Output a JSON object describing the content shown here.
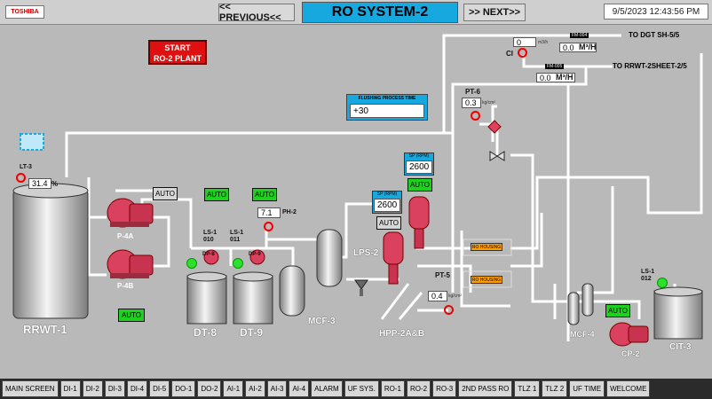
{
  "header": {
    "logo": "TOSHIBA",
    "prev_label": "<< PREVIOUS<<",
    "title": "RO SYSTEM-2",
    "next_label": ">> NEXT>>",
    "datetime": "9/5/2023 12:43:56 PM"
  },
  "start_button": {
    "line1": "START",
    "line2": "RO-2 PLANT"
  },
  "flushing": {
    "label": "FLUSHING PROCESS TIME",
    "value": "+30"
  },
  "tanks": {
    "rrwt": {
      "name": "RRWT-1",
      "level_tag": "LT-3",
      "level_value": "31.4",
      "level_unit": "%"
    },
    "dt8": {
      "name": "DT-8",
      "ls_tag": "LS-1 010"
    },
    "dt9": {
      "name": "DT-9",
      "ls_tag": "LS-1 011"
    },
    "cit3": {
      "name": "CIT-3",
      "ls_tag": "LS-1 012"
    }
  },
  "pumps": {
    "p4a": "P-4A",
    "p4b": "P-4B",
    "dp8": "DP-8",
    "dp9": "DP-9",
    "cp2": "CP-2",
    "hpp": "HPP-2A&B"
  },
  "auto_label": "AUTO",
  "ph": {
    "tag": "PH-2",
    "value": "7.1"
  },
  "sp1": {
    "label": "SP (RPM)",
    "value": "2600"
  },
  "sp2": {
    "label": "SP (RPM)",
    "value": "2600"
  },
  "lps": "LPS-2",
  "mcf3": "MCF-3",
  "mcf4": "MCF-4",
  "pt6": {
    "tag": "PT-6",
    "value": "0.3",
    "unit": "kg/cm²"
  },
  "pt5": {
    "tag": "PT-5",
    "value": "0.4",
    "unit": "kg/cm²"
  },
  "ro_housing": "RO HOUSING",
  "flow": {
    "ci": "CI",
    "fm004": {
      "tag": "FM-004",
      "value1": "0",
      "value2": "0.0",
      "unit": "M³/H",
      "unit_small": "m3/h"
    },
    "fm005": {
      "tag": "FM-005",
      "value": "0.0",
      "unit": "M³/H"
    },
    "dest1": "TO DGT SH-5/5",
    "dest2": "TO RRWT-2SHEET-2/5"
  },
  "bottom_nav": [
    "MAIN SCREEN",
    "DI-1",
    "DI-2",
    "DI-3",
    "DI-4",
    "DI-5",
    "DO-1",
    "DO-2",
    "AI-1",
    "AI-2",
    "AI-3",
    "AI-4",
    "ALARM",
    "UF SYS.",
    "RO-1",
    "RO-2",
    "RO-3",
    "2ND PASS RO",
    "TLZ 1",
    "TLZ 2",
    "UF TIME",
    "WELCOME"
  ],
  "colors": {
    "pipe": "#ffffff",
    "title_bg": "#18a8e0",
    "auto_on": "#1fd11f",
    "alarm_red": "#e00000",
    "background": "#b9b9b9"
  }
}
